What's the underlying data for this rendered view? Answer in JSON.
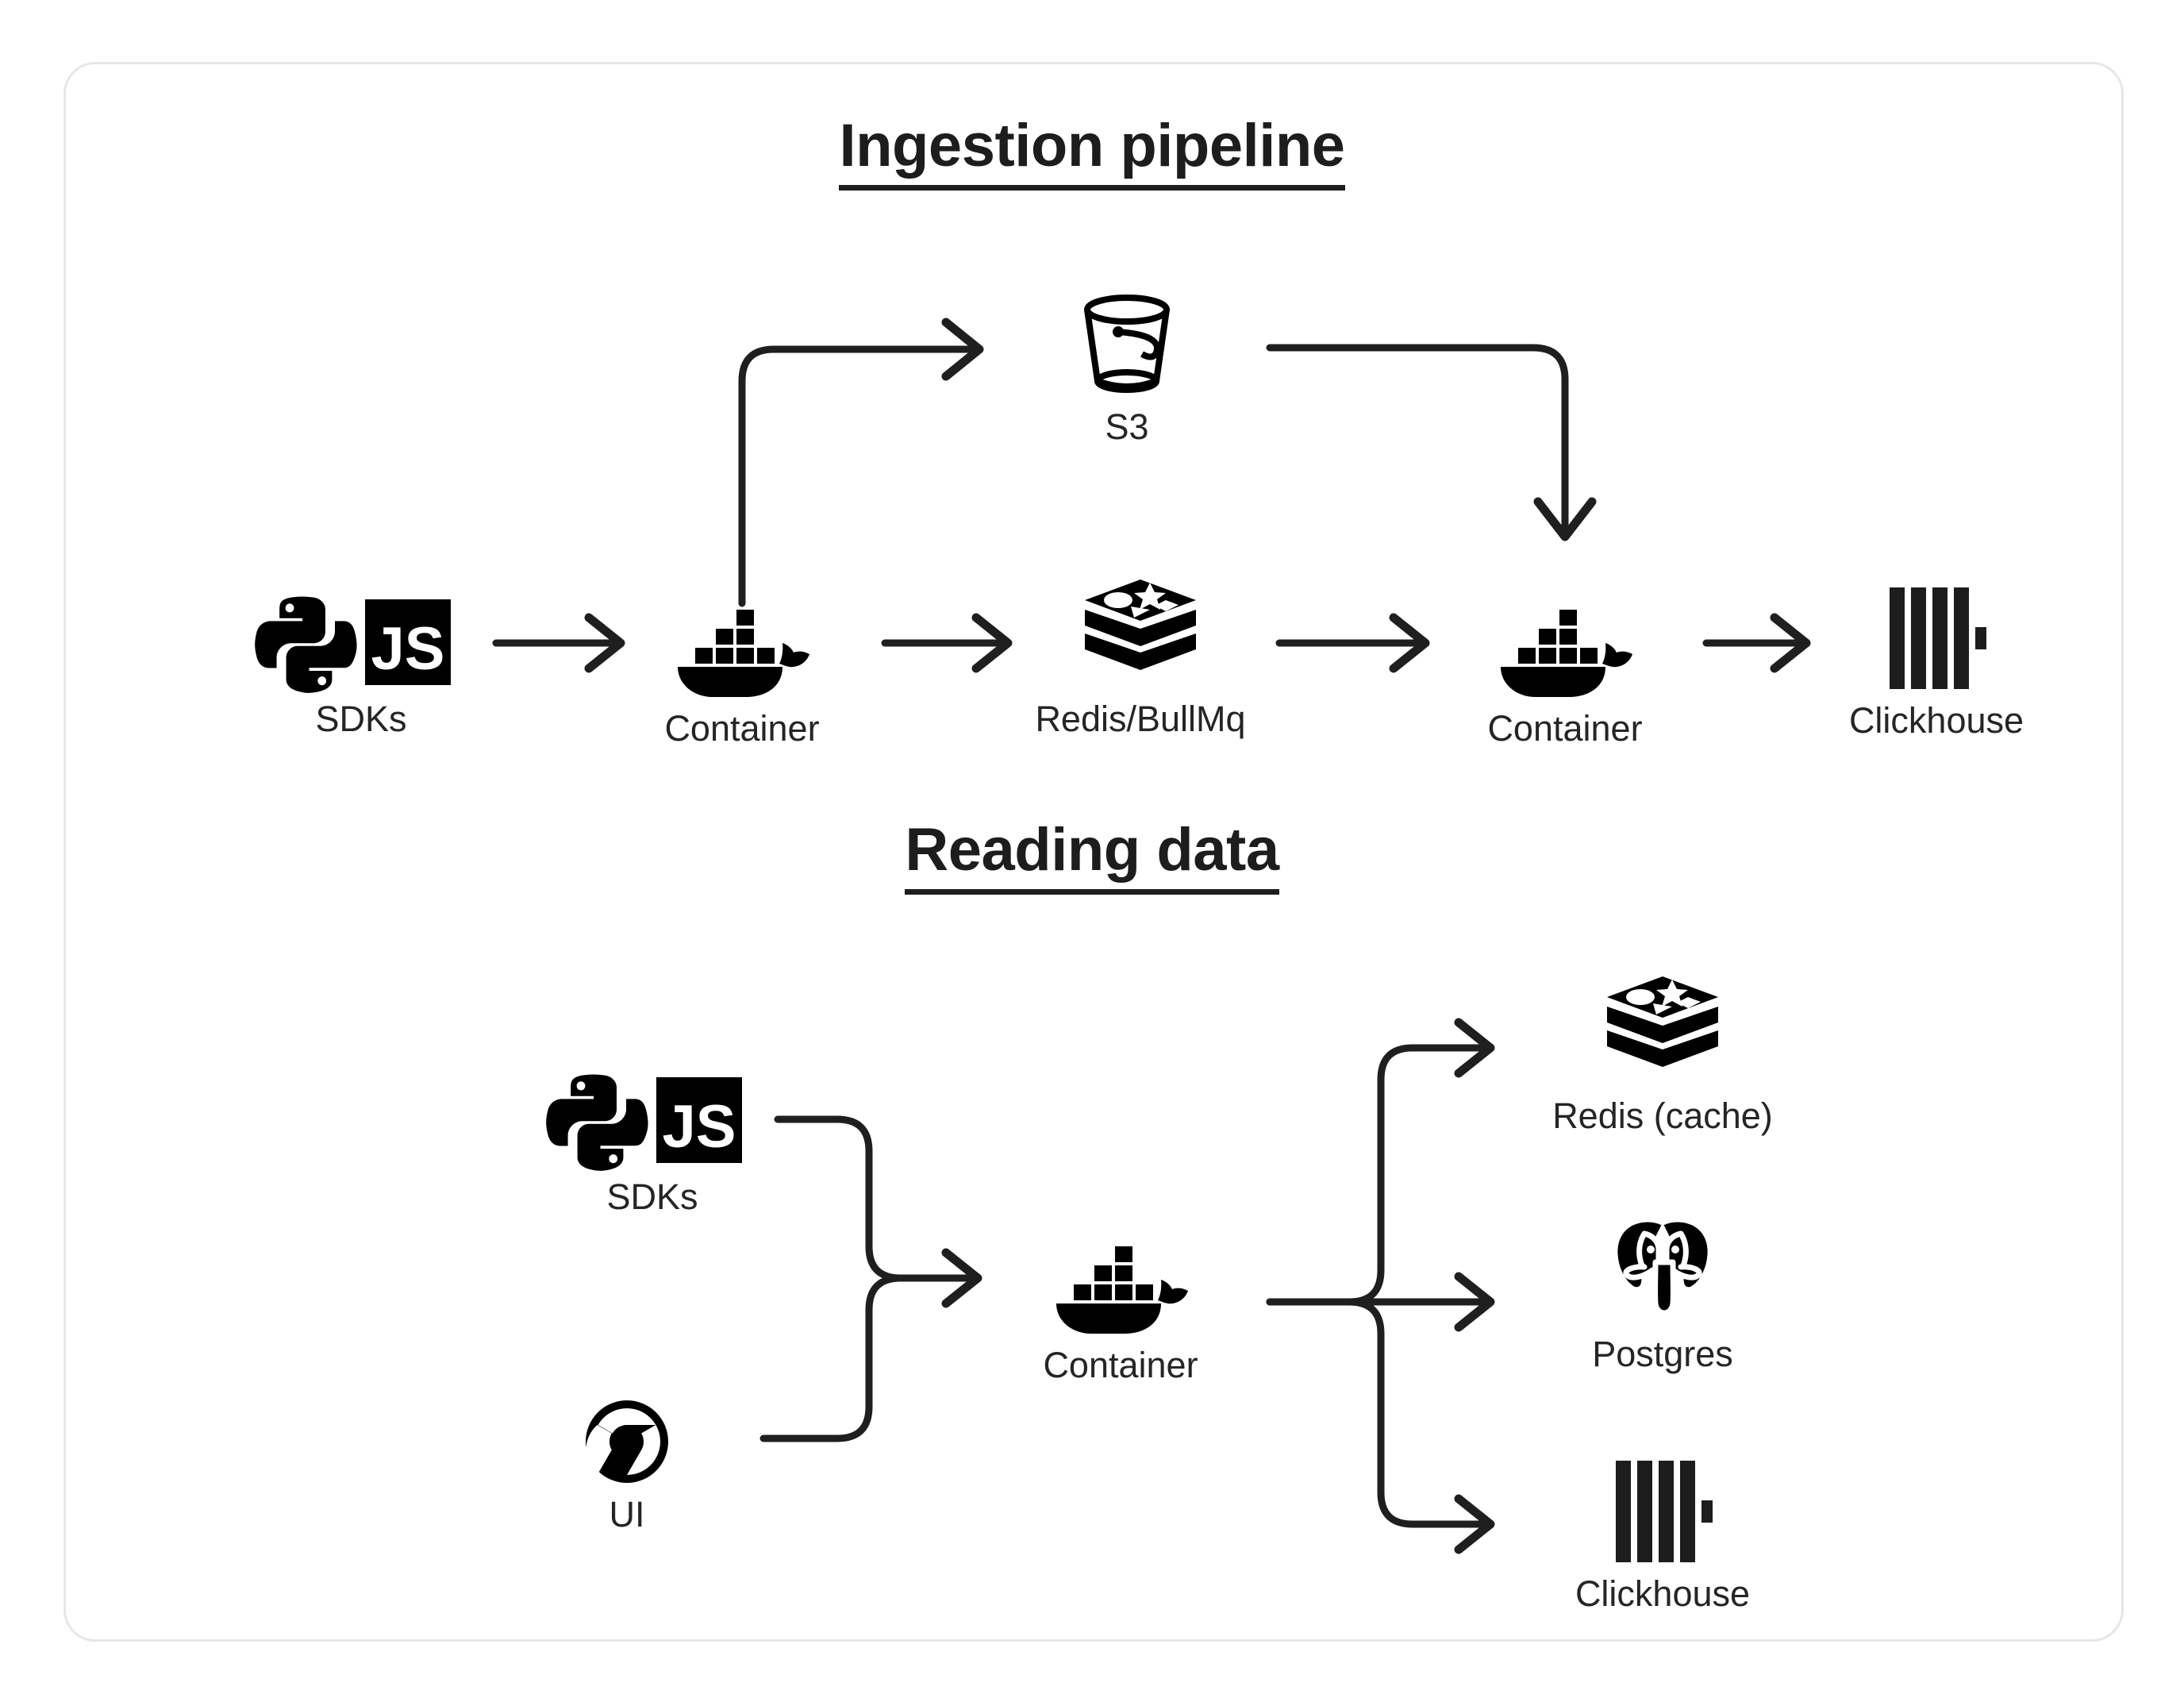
{
  "diagram": {
    "background_color": "#ffffff",
    "card_border_color": "#e6e6e6",
    "ink_color": "#1f1f1f",
    "label_color": "#252525",
    "sections": [
      {
        "id": "ingestion",
        "title": "Ingestion pipeline",
        "nodes": [
          {
            "id": "sdks",
            "label": "SDKs",
            "icon": "python-js-sdk-icon"
          },
          {
            "id": "container-1",
            "label": "Container",
            "icon": "docker-whale-icon"
          },
          {
            "id": "s3",
            "label": "S3",
            "icon": "s3-bucket-icon"
          },
          {
            "id": "redis-bull",
            "label": "Redis/BullMq",
            "icon": "redis-stack-icon"
          },
          {
            "id": "container-2",
            "label": "Container",
            "icon": "docker-whale-icon"
          },
          {
            "id": "clickhouse-1",
            "label": "Clickhouse",
            "icon": "clickhouse-bars-icon"
          }
        ],
        "edges": [
          {
            "from": "sdks",
            "to": "container-1",
            "kind": "straight-right"
          },
          {
            "from": "container-1",
            "to": "s3",
            "kind": "up-then-right"
          },
          {
            "from": "container-1",
            "to": "redis-bull",
            "kind": "straight-right"
          },
          {
            "from": "s3",
            "to": "container-2",
            "kind": "right-then-down"
          },
          {
            "from": "redis-bull",
            "to": "container-2",
            "kind": "straight-right"
          },
          {
            "from": "container-2",
            "to": "clickhouse-1",
            "kind": "straight-right"
          }
        ]
      },
      {
        "id": "reading",
        "title": "Reading data",
        "nodes": [
          {
            "id": "sdks-2",
            "label": "SDKs",
            "icon": "python-js-sdk-icon"
          },
          {
            "id": "ui",
            "label": "UI",
            "icon": "chrome-browser-icon"
          },
          {
            "id": "container-3",
            "label": "Container",
            "icon": "docker-whale-icon"
          },
          {
            "id": "redis-cache",
            "label": "Redis (cache)",
            "icon": "redis-stack-icon"
          },
          {
            "id": "postgres",
            "label": "Postgres",
            "icon": "postgres-elephant-icon"
          },
          {
            "id": "clickhouse-2",
            "label": "Clickhouse",
            "icon": "clickhouse-bars-icon"
          }
        ],
        "edges": [
          {
            "from": "sdks-2",
            "to": "container-3",
            "kind": "merge-from-above"
          },
          {
            "from": "ui",
            "to": "container-3",
            "kind": "merge-from-below"
          },
          {
            "from": "container-3",
            "to": "redis-cache",
            "kind": "branch-up"
          },
          {
            "from": "container-3",
            "to": "postgres",
            "kind": "branch-straight"
          },
          {
            "from": "container-3",
            "to": "clickhouse-2",
            "kind": "branch-down"
          }
        ]
      }
    ],
    "icon_text": {
      "js_badge": "JS"
    }
  }
}
